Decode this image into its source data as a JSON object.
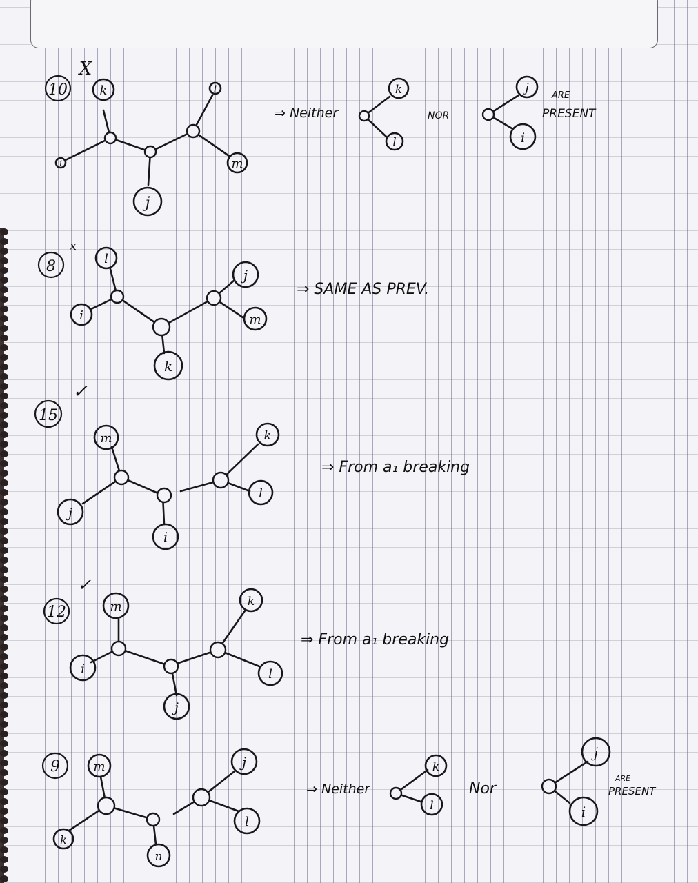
{
  "diagrams": [
    {
      "id": "10",
      "mark": "X",
      "labels": [
        "k",
        "l",
        "m",
        "j",
        "i"
      ],
      "note": "⇒ Neither",
      "note_words": [
        "NOR",
        "ARE",
        "PRESENT"
      ],
      "note_left_labels": [
        "k",
        "l"
      ],
      "note_right_labels": [
        "j",
        "i"
      ]
    },
    {
      "id": "8",
      "mark": "x",
      "labels": [
        "l",
        "i",
        "j",
        "m",
        "k"
      ],
      "note": "⇒ SAME AS PREV."
    },
    {
      "id": "15",
      "mark": "✓",
      "labels": [
        "m",
        "k",
        "j",
        "l",
        "i"
      ],
      "note": "⇒ From a₁ breaking"
    },
    {
      "id": "12",
      "mark": "✓",
      "labels": [
        "m",
        "k",
        "i",
        "l",
        "j"
      ],
      "note": "⇒ From a₁ breaking"
    },
    {
      "id": "9",
      "mark": "",
      "labels": [
        "m",
        "j",
        "l",
        "k",
        "n"
      ],
      "note": "⇒ Neither",
      "note_words": [
        "Nor",
        "ARE",
        "PRESENT"
      ],
      "note_left_labels": [
        "k",
        "l"
      ],
      "note_right_labels": [
        "j",
        "i"
      ]
    }
  ]
}
